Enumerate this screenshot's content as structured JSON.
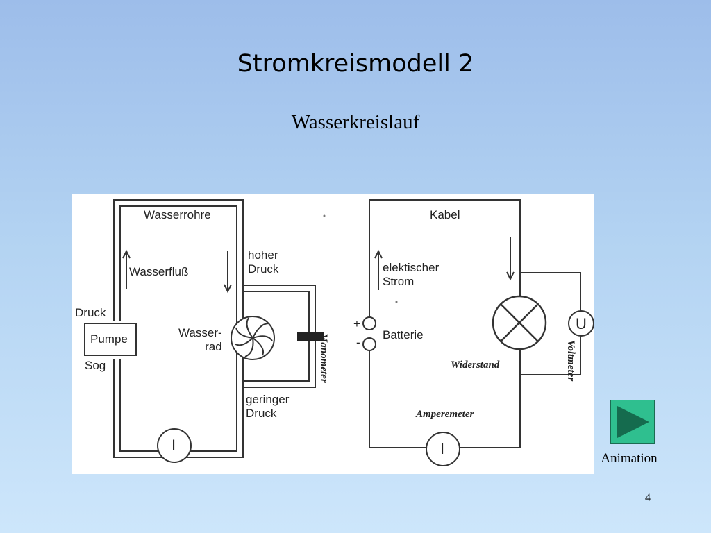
{
  "slide": {
    "title": "Stromkreismodell 2",
    "subtitle": "Wasserkreislauf",
    "page_number": "4"
  },
  "water_circuit": {
    "pipe_label": "Wasserrohre",
    "flow_label": "Wasserfluß",
    "high_pressure": "hoher\nDruck",
    "low_pressure": "geringer\nDruck",
    "pressure": "Druck",
    "pump": "Pumpe",
    "suction": "Sog",
    "water_wheel": "Wasser-\nrad",
    "manometer": "Manometer",
    "meter_symbol": "I"
  },
  "electric_circuit": {
    "cable_label": "Kabel",
    "current_label": "elektischer\nStrom",
    "battery": "Batterie",
    "plus": "+",
    "minus": "-",
    "resistor": "Widerstand",
    "ammeter": "Amperemeter",
    "voltmeter": "Voltmeter",
    "voltmeter_symbol": "U",
    "ammeter_symbol": "I"
  },
  "controls": {
    "animation_label": "Animation"
  },
  "colors": {
    "button_fill": "#2fbf8f",
    "play_triangle": "#156b4e"
  }
}
